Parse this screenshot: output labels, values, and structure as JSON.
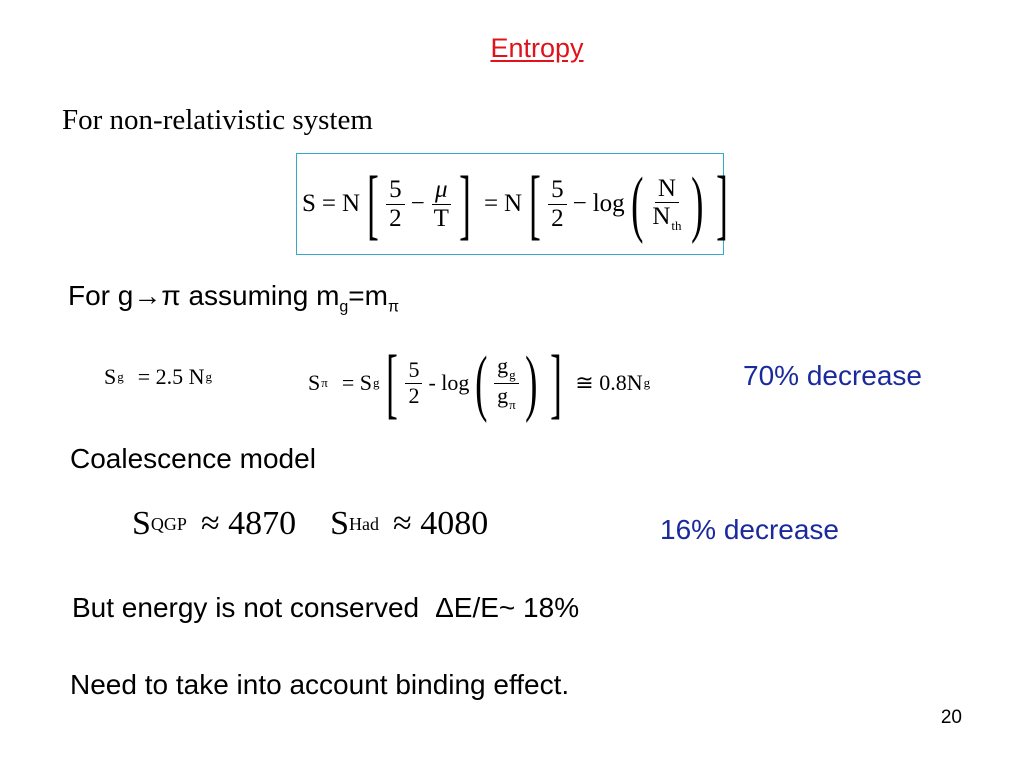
{
  "slide": {
    "title": "Entropy",
    "page_number": "20"
  },
  "section1": {
    "text": "For non-relativistic system",
    "equation": {
      "lhs": "S",
      "eq": "=",
      "n": "N",
      "frac1_num": "5",
      "frac1_den": "2",
      "minus": "−",
      "frac2_num": "μ",
      "frac2_den": "T",
      "log": "log",
      "frac3_num": "N",
      "frac3_den": "N",
      "frac3_den_sub": "th"
    }
  },
  "section2": {
    "text_prefix": "For g→π assuming m",
    "sub_g": "g",
    "text_eq": "=m",
    "sub_pi": "π",
    "eq_left": {
      "s": "S",
      "s_sub": "g",
      "rhs": "= 2.5 N",
      "rhs_sub": "g"
    },
    "eq_right": {
      "s": "S",
      "s_sub": "π",
      "eq": "= S",
      "eq_sub": "g",
      "five": "5",
      "two": "2",
      "minus_log": "- log",
      "g_num": "g",
      "g_num_sub": "g",
      "g_den": "g",
      "g_den_sub": "π",
      "approx": "≅ 0.8N",
      "approx_sub": "g"
    },
    "note": "70% decrease"
  },
  "section3": {
    "text": "Coalescence model",
    "s_qgp": "S",
    "s_qgp_sub": "QGP",
    "qgp_value": "≈ 4870",
    "s_had": "S",
    "s_had_sub": "Had",
    "had_value": "≈ 4080",
    "note": "16% decrease"
  },
  "section4": {
    "text": "But energy is not conserved",
    "delta": "ΔE/E~ 18%"
  },
  "section5": {
    "text": "Need to take into account binding effect."
  },
  "colors": {
    "title": "#e0121a",
    "note": "#1a2a9c",
    "box_border": "#35a9c8"
  }
}
